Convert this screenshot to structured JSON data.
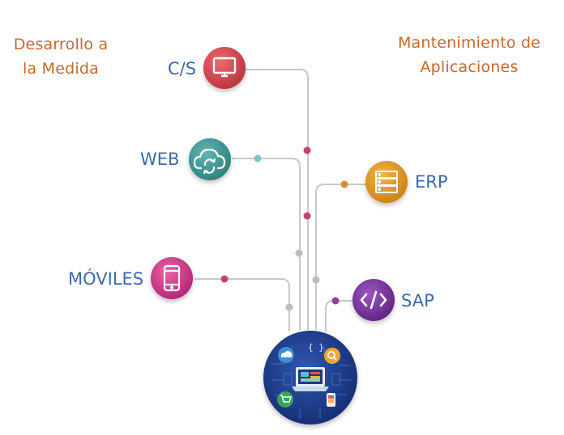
{
  "headings": {
    "left_line1": "Desarrollo a",
    "left_line2": "la Medida",
    "right_line1": "Mantenimiento de",
    "right_line2": "Aplicaciones"
  },
  "nodes": [
    {
      "id": "cs",
      "label": "C/S",
      "icon": "monitor-icon",
      "color": "#d64550"
    },
    {
      "id": "web",
      "label": "WEB",
      "icon": "cloud-sync-icon",
      "color": "#3f9a98"
    },
    {
      "id": "moviles",
      "label": "MÓVILES",
      "icon": "smartphone-icon",
      "color": "#d23a8a"
    },
    {
      "id": "erp",
      "label": "ERP",
      "icon": "server-icon",
      "color": "#e39a24"
    },
    {
      "id": "sap",
      "label": "SAP",
      "icon": "code-icon",
      "color": "#7a3a9e"
    }
  ],
  "hub": {
    "icon": "technology-hub-icon",
    "color": "#1f3f8a"
  },
  "colors": {
    "heading": "#c8672a",
    "label": "#3d6aa8",
    "line": "#c8c8c8"
  }
}
